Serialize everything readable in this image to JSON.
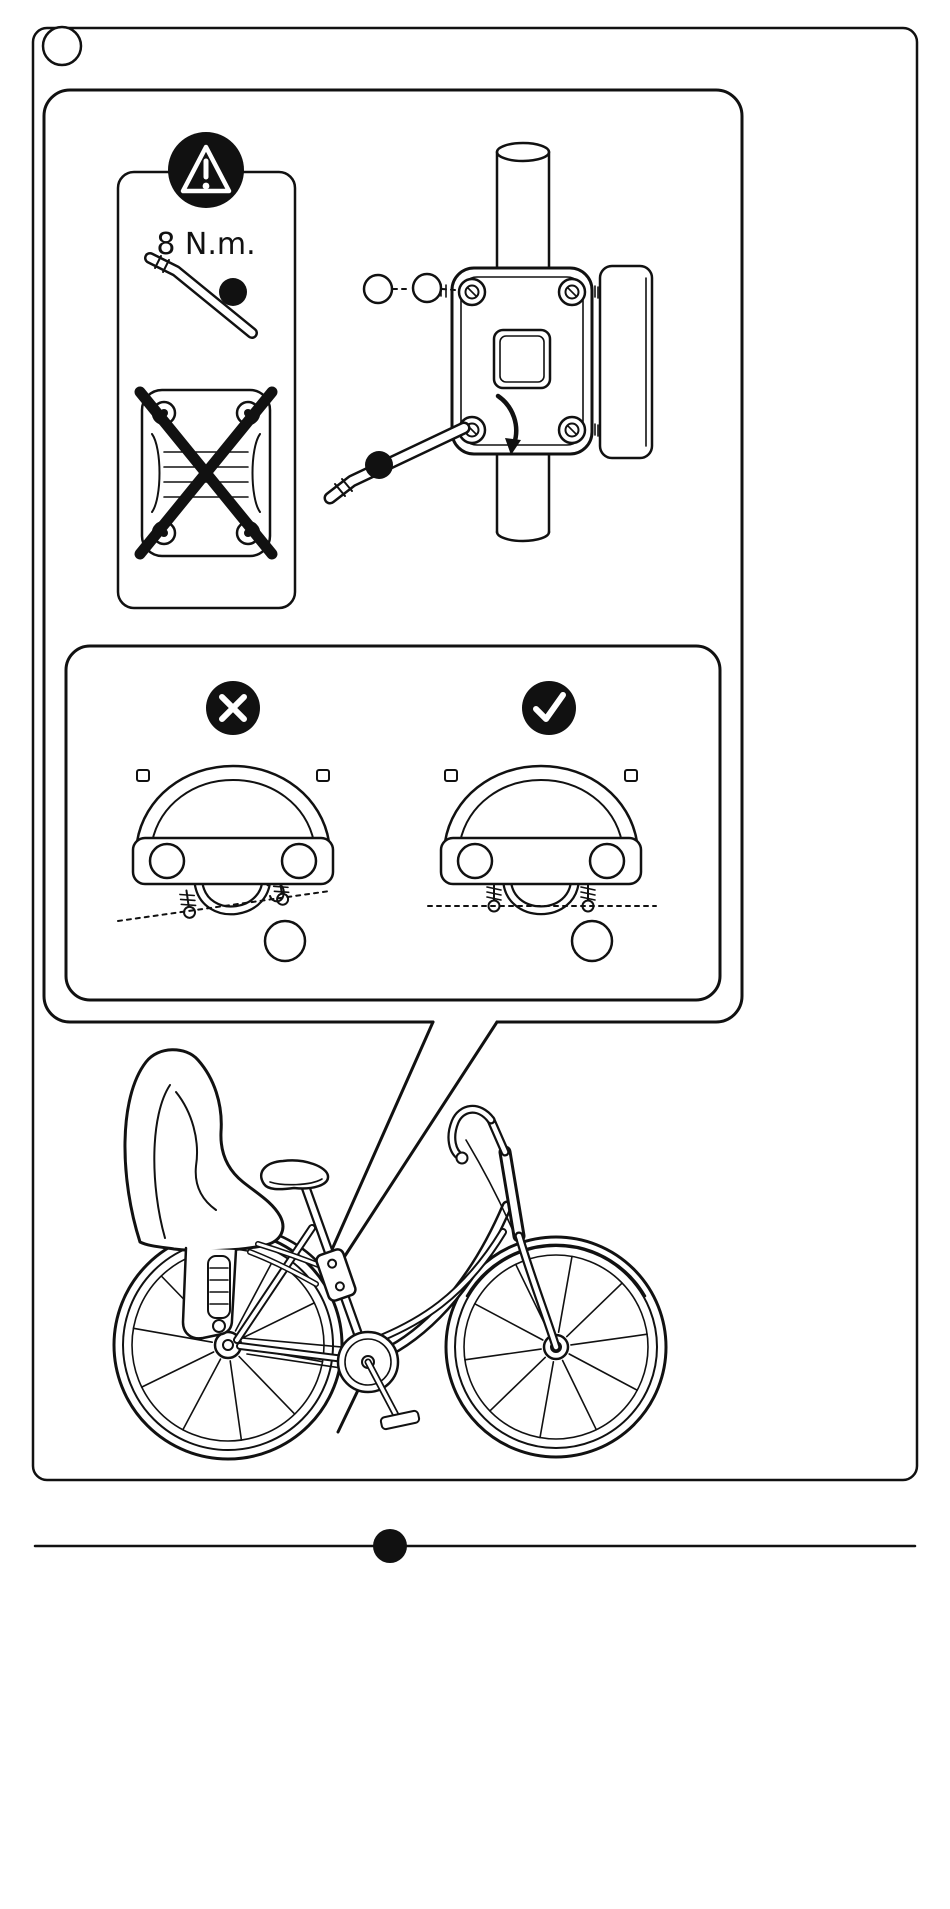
{
  "colors": {
    "ink": "#111111",
    "paper": "#ffffff"
  },
  "warning_box": {
    "warning_icon": "⚠",
    "torque_label": "8 N.m.",
    "hex_key_icon": "hex-key",
    "step_dot_icon": "●",
    "crossout_icon": "✕"
  },
  "clamp_step": {
    "callout_circle_icon_1": "○",
    "callout_circle_icon_2": "○",
    "hex_key_icon": "hex-key",
    "step_dot_icon": "●",
    "rotation_arrow_icon": "↻"
  },
  "alignment_panel": {
    "wrong_icon": "✕",
    "correct_icon": "✓",
    "wrong_callout_icon": "○",
    "correct_callout_icon": "○"
  },
  "header": {
    "corner_marker_icon": "○"
  },
  "footer": {
    "page_dot_icon": "●"
  }
}
